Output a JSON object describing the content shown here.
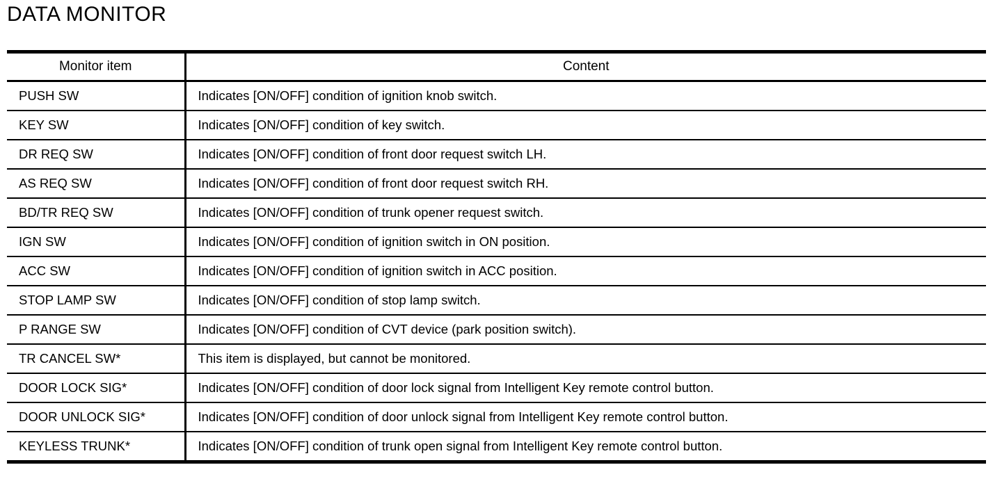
{
  "page": {
    "title": "DATA MONITOR"
  },
  "colors": {
    "text": "#000000",
    "background": "#ffffff",
    "border": "#000000"
  },
  "table": {
    "headers": {
      "item": "Monitor item",
      "content": "Content"
    },
    "rows": [
      {
        "item": "PUSH SW",
        "content": "Indicates [ON/OFF] condition of ignition knob switch."
      },
      {
        "item": "KEY SW",
        "content": "Indicates [ON/OFF] condition of key switch."
      },
      {
        "item": "DR REQ SW",
        "content": "Indicates [ON/OFF] condition of front door request switch LH."
      },
      {
        "item": "AS REQ SW",
        "content": "Indicates [ON/OFF] condition of front door request switch RH."
      },
      {
        "item": "BD/TR REQ SW",
        "content": "Indicates [ON/OFF] condition of trunk opener request switch."
      },
      {
        "item": "IGN SW",
        "content": "Indicates [ON/OFF] condition of ignition switch in ON position."
      },
      {
        "item": "ACC SW",
        "content": "Indicates [ON/OFF] condition of ignition switch in ACC position."
      },
      {
        "item": "STOP LAMP SW",
        "content": "Indicates [ON/OFF] condition of stop lamp switch."
      },
      {
        "item": "P RANGE SW",
        "content": "Indicates [ON/OFF] condition of CVT device (park position switch)."
      },
      {
        "item": "TR CANCEL SW*",
        "content": "This item is displayed, but cannot be monitored."
      },
      {
        "item": "DOOR LOCK SIG*",
        "content": "Indicates [ON/OFF] condition of door lock signal from Intelligent Key remote control button."
      },
      {
        "item": "DOOR UNLOCK SIG*",
        "content": "Indicates [ON/OFF] condition of door unlock signal from Intelligent Key remote control button."
      },
      {
        "item": "KEYLESS TRUNK*",
        "content": "Indicates [ON/OFF] condition of trunk open signal from Intelligent Key remote control button."
      }
    ]
  }
}
